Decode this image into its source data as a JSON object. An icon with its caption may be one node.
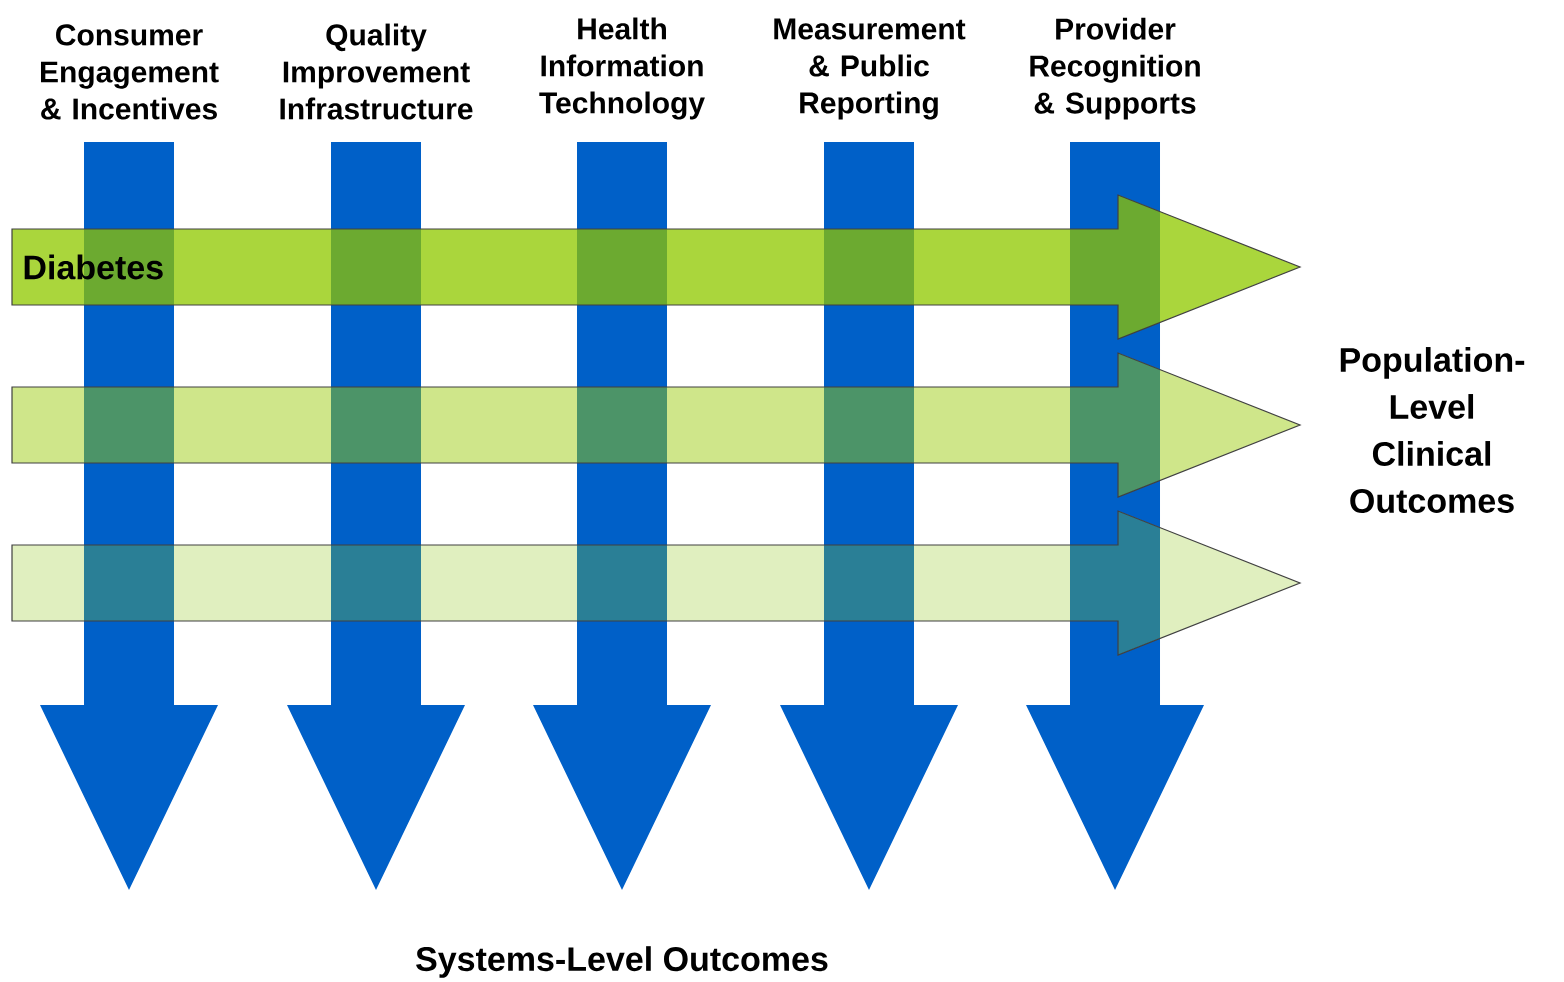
{
  "diagram": {
    "nodes": [
      {
        "text": [
          "Consumer Engagement & Incentives"
        ]
      },
      {
        "text": [
          "Quality Improvement Infrastructure"
        ]
      },
      {
        "text": [
          "Health Information Technology"
        ]
      },
      {
        "text": [
          "Measurement & Public Reporting"
        ]
      },
      {
        "text": [
          "Provider Recognition & Supports"
        ]
      },
      {
        "text": [
          "Diabetes"
        ]
      },
      {
        "text": [],
        "shape": "arrow"
      },
      {
        "text": [],
        "shape": "arrow"
      }
    ],
    "edges": [],
    "labels": [
      "Population-Level Clinical Outcomes",
      "Systems-Level Outcomes"
    ]
  }
}
